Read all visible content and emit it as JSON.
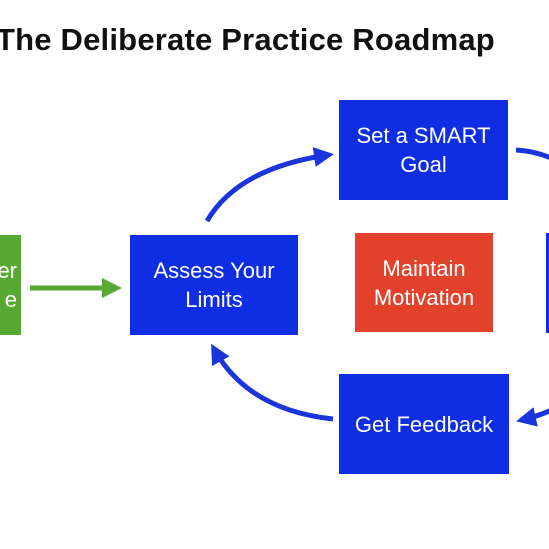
{
  "title": "The Deliberate Practice Roadmap",
  "colors": {
    "process_box": "#0f2de3",
    "center_box": "#e2412c",
    "start_box": "#58a933",
    "cycle_arrow": "#1a35dc",
    "start_arrow": "#58a933"
  },
  "nodes": {
    "start": {
      "line1": "er",
      "line2": "e"
    },
    "assess": {
      "line1": "Assess Your",
      "line2": "Limits"
    },
    "goal": {
      "line1": "Set a SMART",
      "line2": "Goal"
    },
    "feedback": {
      "line1": "Get Feedback"
    },
    "center": {
      "line1": "Maintain",
      "line2": "Motivation"
    }
  }
}
